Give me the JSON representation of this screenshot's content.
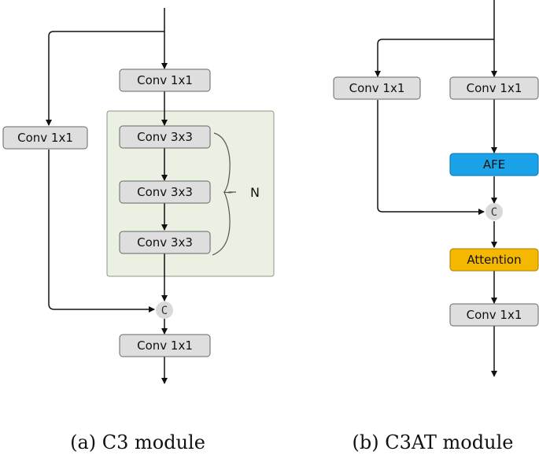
{
  "diagram_a": {
    "caption": "(a) C3 module",
    "conv1x1_top": "Conv 1x1",
    "conv1x1_side": "Conv 1x1",
    "conv3x3_1": "Conv 3x3",
    "conv3x3_2": "Conv 3x3",
    "conv3x3_3": "Conv 3x3",
    "repeat_label": "N",
    "concat_label": "C",
    "conv1x1_bottom": "Conv 1x1"
  },
  "diagram_b": {
    "caption": "(b) C3AT module",
    "conv1x1_left": "Conv 1x1",
    "conv1x1_right": "Conv 1x1",
    "afe": "AFE",
    "concat_label": "C",
    "attention": "Attention",
    "conv1x1_bottom": "Conv 1x1"
  },
  "colors": {
    "box_fill": "#dedede",
    "bottleneck_fill": "#eaf0e2",
    "afe_fill": "#1aa3e8",
    "attention_fill": "#f5b800"
  }
}
